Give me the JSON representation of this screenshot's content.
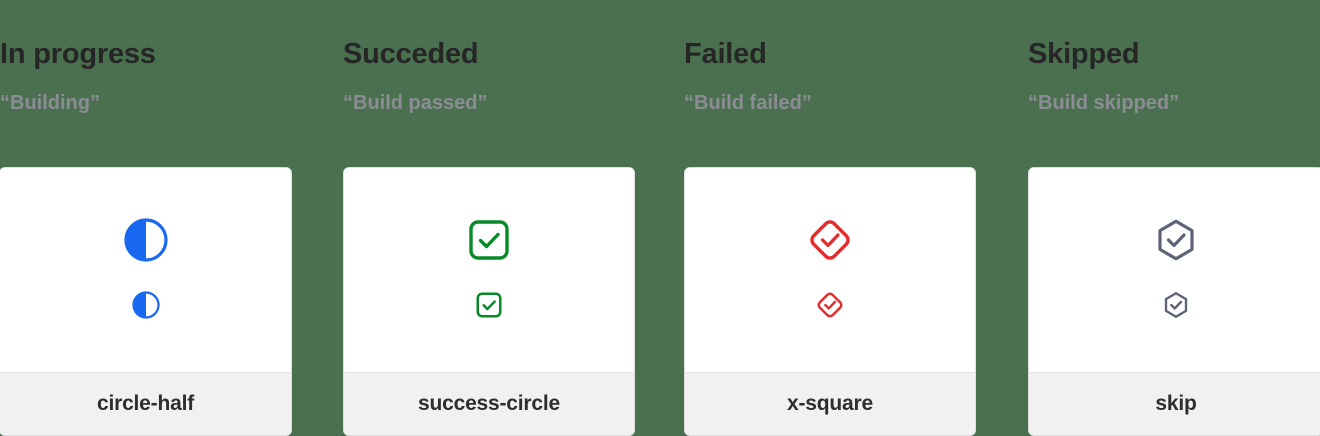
{
  "page": {
    "background_color": "#4a7050",
    "title_color": "#262626",
    "subtitle_color": "#8c8c94",
    "card_background": "#ffffff",
    "card_footer_background": "#f1f1f1",
    "card_border_color": "#dfdfdf"
  },
  "columns": [
    {
      "title": "In progress",
      "subtitle": "“Building”",
      "icon_name": "circle-half-icon",
      "icon_label": "circle-half",
      "icon_color": "#1868f2",
      "sizes": [
        "48",
        "30"
      ]
    },
    {
      "title": "Succeded",
      "subtitle": "“Build passed”",
      "icon_name": "success-circle-icon",
      "icon_label": "success-circle",
      "icon_color": "#088a28",
      "sizes": [
        "48",
        "30"
      ]
    },
    {
      "title": "Failed",
      "subtitle": "“Build failed”",
      "icon_name": "x-square-icon",
      "icon_label": "x-square",
      "icon_color": "#e32c2c",
      "sizes": [
        "48",
        "30"
      ]
    },
    {
      "title": "Skipped",
      "subtitle": "“Build skipped”",
      "icon_name": "skip-icon",
      "icon_label": "skip",
      "icon_color": "#5c6375",
      "sizes": [
        "48",
        "30"
      ]
    }
  ]
}
